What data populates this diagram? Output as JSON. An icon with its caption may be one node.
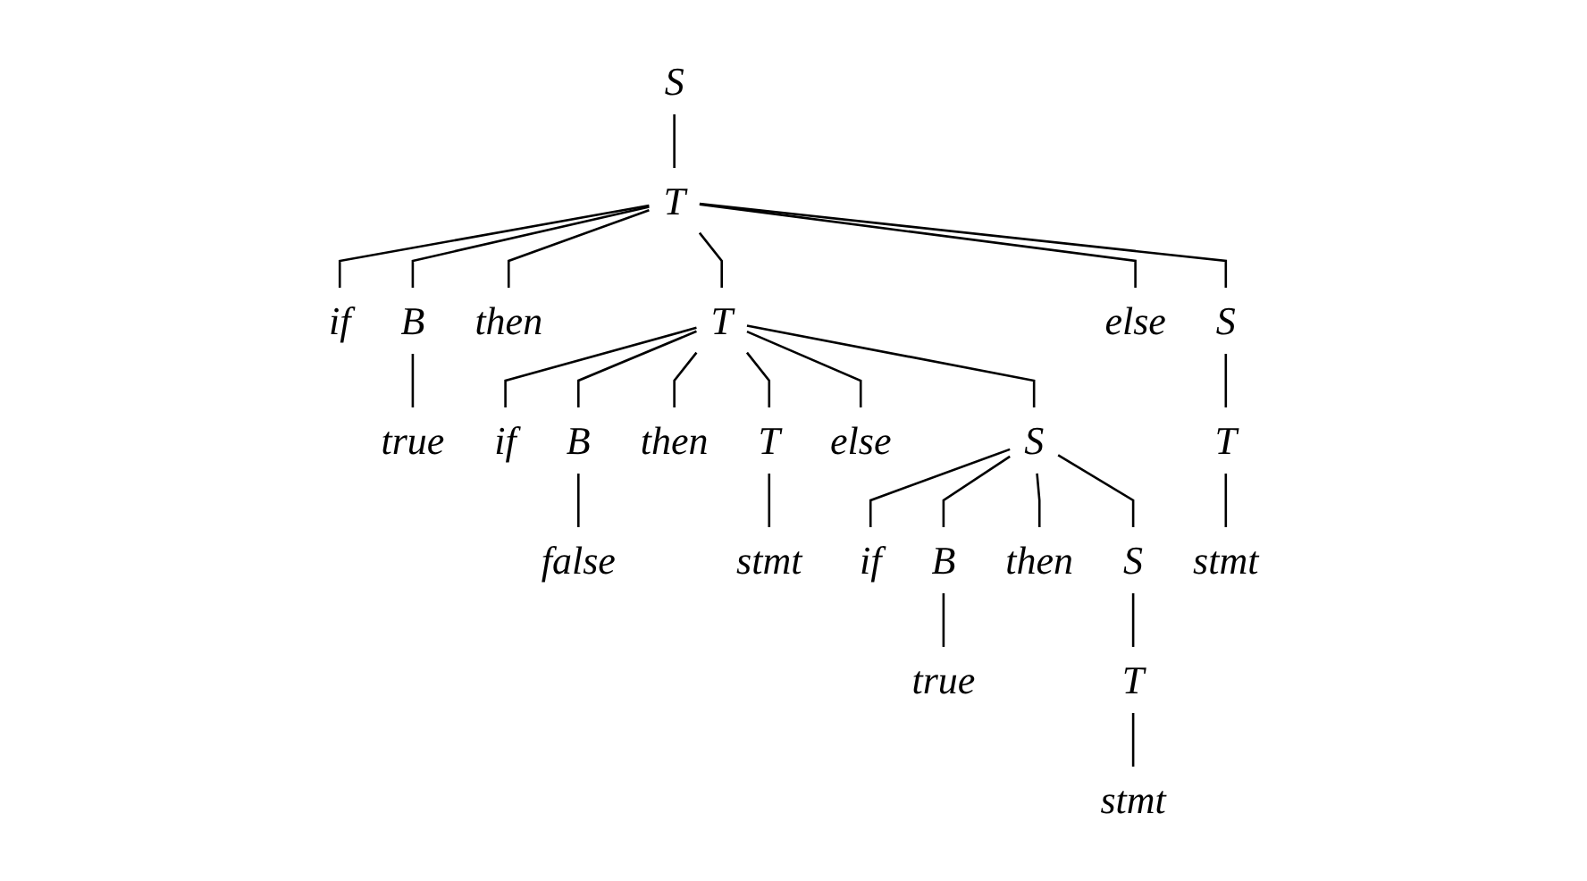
{
  "diagram": {
    "nodes": [
      {
        "text": [
          "S"
        ]
      },
      {
        "text": [
          "T"
        ]
      },
      {
        "text": [
          "if"
        ]
      },
      {
        "text": [
          "B"
        ]
      },
      {
        "text": [
          "then"
        ]
      },
      {
        "text": [
          "T"
        ]
      },
      {
        "text": [
          "else"
        ]
      },
      {
        "text": [
          "S"
        ]
      },
      {
        "text": [
          "true"
        ]
      },
      {
        "text": [
          "if"
        ]
      },
      {
        "text": [
          "B"
        ]
      },
      {
        "text": [
          "then"
        ]
      },
      {
        "text": [
          "T"
        ]
      },
      {
        "text": [
          "else"
        ]
      },
      {
        "text": [
          "S"
        ]
      },
      {
        "text": [
          "T"
        ]
      },
      {
        "text": [
          "false"
        ]
      },
      {
        "text": [
          "stmt"
        ]
      },
      {
        "text": [
          "if"
        ]
      },
      {
        "text": [
          "B"
        ]
      },
      {
        "text": [
          "then"
        ]
      },
      {
        "text": [
          "S"
        ]
      },
      {
        "text": [
          "stmt"
        ]
      },
      {
        "text": [
          "true"
        ]
      },
      {
        "text": [
          "T"
        ]
      },
      {
        "text": [
          "stmt"
        ]
      }
    ],
    "edges": [
      {
        "from": 0,
        "to": 1,
        "arrow": "none"
      },
      {
        "from": 1,
        "to": 2,
        "arrow": "none"
      },
      {
        "from": 1,
        "to": 3,
        "arrow": "none"
      },
      {
        "from": 1,
        "to": 4,
        "arrow": "none"
      },
      {
        "from": 1,
        "to": 5,
        "arrow": "none"
      },
      {
        "from": 1,
        "to": 6,
        "arrow": "none"
      },
      {
        "from": 1,
        "to": 7,
        "arrow": "none"
      },
      {
        "from": 3,
        "to": 8,
        "arrow": "none"
      },
      {
        "from": 5,
        "to": 9,
        "arrow": "none"
      },
      {
        "from": 5,
        "to": 10,
        "arrow": "none"
      },
      {
        "from": 5,
        "to": 11,
        "arrow": "none"
      },
      {
        "from": 5,
        "to": 12,
        "arrow": "none"
      },
      {
        "from": 5,
        "to": 13,
        "arrow": "none"
      },
      {
        "from": 5,
        "to": 14,
        "arrow": "none"
      },
      {
        "from": 7,
        "to": 15,
        "arrow": "none"
      },
      {
        "from": 10,
        "to": 16,
        "arrow": "none"
      },
      {
        "from": 12,
        "to": 17,
        "arrow": "none"
      },
      {
        "from": 14,
        "to": 18,
        "arrow": "none"
      },
      {
        "from": 14,
        "to": 19,
        "arrow": "none"
      },
      {
        "from": 14,
        "to": 20,
        "arrow": "none"
      },
      {
        "from": 14,
        "to": 21,
        "arrow": "none"
      },
      {
        "from": 15,
        "to": 22,
        "arrow": "none"
      },
      {
        "from": 19,
        "to": 23,
        "arrow": "none"
      },
      {
        "from": 21,
        "to": 24,
        "arrow": "none"
      },
      {
        "from": 24,
        "to": 25,
        "arrow": "none"
      }
    ]
  }
}
